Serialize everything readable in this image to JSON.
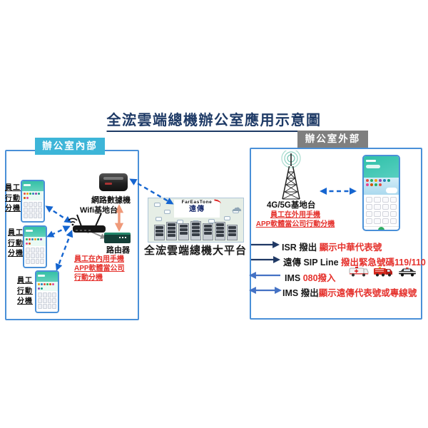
{
  "title": "全浤雲端總機辦公室應用示意圖",
  "left_box": {
    "header": "辦公室內部",
    "ext_label": [
      "員工",
      "行動",
      "分機"
    ],
    "wifi_ap_label": "Wifi基地台",
    "modem_label": "網路數據機",
    "router_label": "路由器",
    "note_lines": [
      "員工在內用手機",
      "APP軟體當公司",
      "行動分機"
    ]
  },
  "platform": {
    "logo_en": "FarEasTone",
    "logo_cn": "遠傳",
    "label": "全浤雲端總機大平台"
  },
  "right_box": {
    "header": "辦公室外部",
    "tower_label": "4G/5G基地台",
    "note_lines": [
      "員工在外用手機",
      "APP軟體當公司行動分機"
    ],
    "lines": [
      {
        "black": "ISR 撥出 ",
        "red": "顯示中華代表號",
        "direction": "right"
      },
      {
        "black": "遠傳 SIP Line ",
        "red": "撥出緊急號碼119/110",
        "direction": "right"
      },
      {
        "black": "IMS ",
        "red": "080撥入",
        "direction": "left"
      },
      {
        "black": "IMS 撥出",
        "red": "顯示遠傳代表號或專線號",
        "direction": "both"
      }
    ],
    "vehicle_icons": [
      "ambulance",
      "fire-truck",
      "police-car"
    ]
  },
  "colors": {
    "box_border": "#4a90d8",
    "tab_internal": "#3db5d8",
    "tab_external": "#7f7f7f",
    "title_navy": "#1e3a66",
    "red_text": "#e5322d",
    "arrow_dashed_blue": "#1565d0",
    "arrow_navy": "#1f3864",
    "arrow_blue": "#4472c4",
    "arrow_salmon": "#ef9a7a",
    "arrow_gray": "#8c8c8c"
  }
}
